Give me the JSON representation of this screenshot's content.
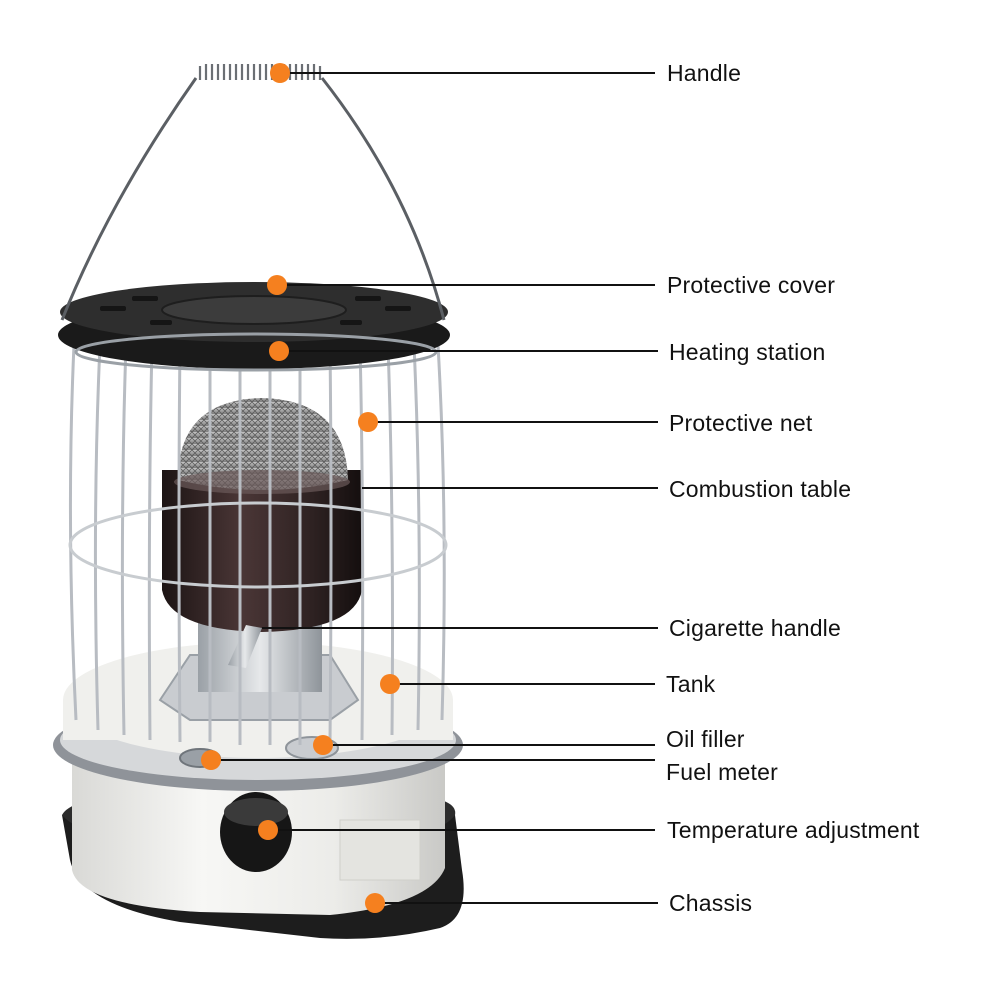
{
  "diagram": {
    "callouts": [
      {
        "id": "handle",
        "label": "Handle"
      },
      {
        "id": "protective-cover",
        "label": "Protective cover"
      },
      {
        "id": "heating-station",
        "label": "Heating station"
      },
      {
        "id": "protective-net",
        "label": "Protective net"
      },
      {
        "id": "combustion-table",
        "label": "Combustion table"
      },
      {
        "id": "cigarette-handle",
        "label": "Cigarette handle"
      },
      {
        "id": "tank",
        "label": "Tank"
      },
      {
        "id": "oil-filler",
        "label": "Oil filler"
      },
      {
        "id": "fuel-meter",
        "label": "Fuel meter"
      },
      {
        "id": "temperature-adjustment",
        "label": "Temperature adjustment"
      },
      {
        "id": "chassis",
        "label": "Chassis"
      }
    ],
    "colors": {
      "marker": "#F5801F",
      "leader_line": "#111111",
      "label_text": "#111111",
      "heater_body": "#F1F1EE",
      "heater_dark": "#2A2A2A",
      "burner": "#3A2A2A",
      "cage_wire": "#B8BCC2"
    },
    "icons": {
      "marker": "orange-dot",
      "illustration": "kerosene-heater"
    }
  }
}
